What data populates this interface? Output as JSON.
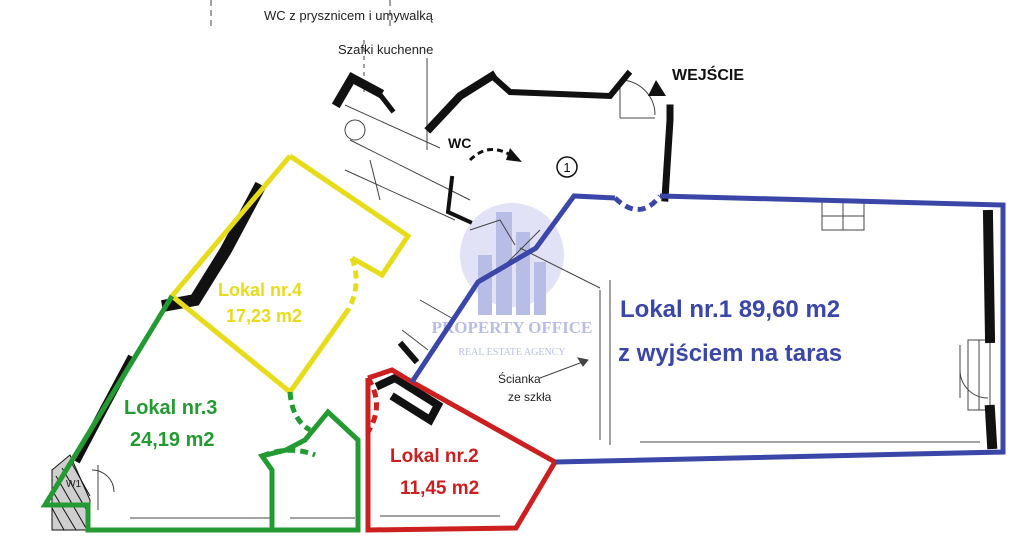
{
  "annotations": {
    "wc_shower": "WC z prysznicem i umywalką",
    "kitchen_cabinets": "Szafki kuchenne",
    "entrance": "WEJŚCIE",
    "wc": "WC",
    "room_number": "1",
    "glass_wall_line1": "Ścianka",
    "glass_wall_line2": "ze szkła",
    "marker": "W1"
  },
  "units": [
    {
      "id": "unit-1",
      "line1": "Lokal nr.1 89,60 m2",
      "line2": "z wyjściem na taras",
      "color": "#3a46a8"
    },
    {
      "id": "unit-2",
      "line1": "Lokal nr.2",
      "line2": "11,45 m2",
      "color": "#cc1f1f"
    },
    {
      "id": "unit-3",
      "line1": "Lokal nr.3",
      "line2": "24,19 m2",
      "color": "#239b32"
    },
    {
      "id": "unit-4",
      "line1": "Lokal nr.4",
      "line2": "17,23 m2",
      "color": "#e8dc1a"
    }
  ],
  "watermark": {
    "name": "PROPERTY OFFICE",
    "tagline": "REAL ESTATE AGENCY"
  },
  "colors": {
    "wall": "#111111",
    "watermark": "#8f96d8"
  }
}
